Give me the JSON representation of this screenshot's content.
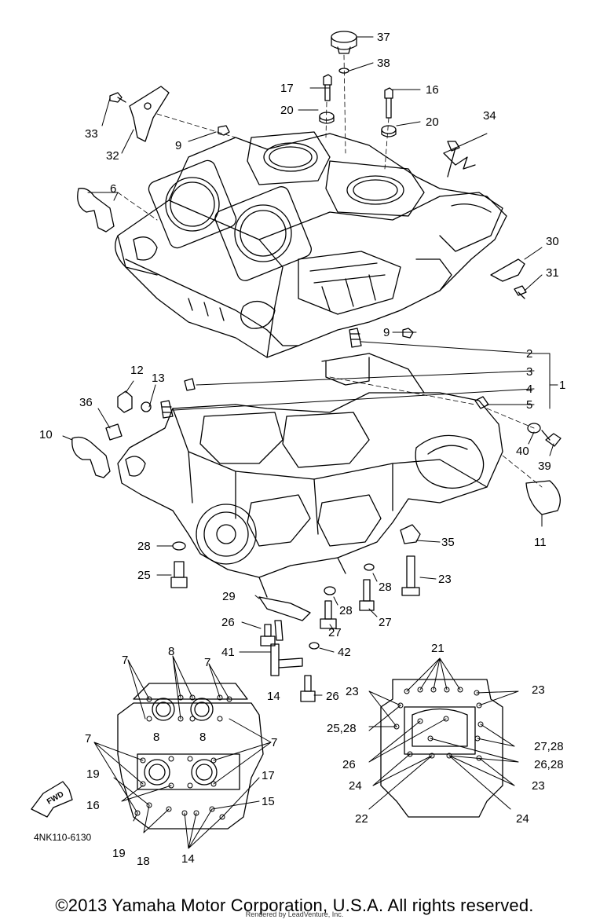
{
  "diagram": {
    "part_code": "4NK110-6130",
    "fwd_label": "FWD",
    "callouts": [
      {
        "id": "c37",
        "text": "37"
      },
      {
        "id": "c38",
        "text": "38"
      },
      {
        "id": "c17a",
        "text": "17"
      },
      {
        "id": "c16a",
        "text": "16"
      },
      {
        "id": "c20a",
        "text": "20"
      },
      {
        "id": "c20b",
        "text": "20"
      },
      {
        "id": "c34",
        "text": "34"
      },
      {
        "id": "c33",
        "text": "33"
      },
      {
        "id": "c32",
        "text": "32"
      },
      {
        "id": "c9a",
        "text": "9"
      },
      {
        "id": "c6",
        "text": "6"
      },
      {
        "id": "c30",
        "text": "30"
      },
      {
        "id": "c31",
        "text": "31"
      },
      {
        "id": "c9b",
        "text": "9"
      },
      {
        "id": "c2",
        "text": "2"
      },
      {
        "id": "c3",
        "text": "3"
      },
      {
        "id": "c1",
        "text": "1"
      },
      {
        "id": "c4",
        "text": "4"
      },
      {
        "id": "c5",
        "text": "5"
      },
      {
        "id": "c12",
        "text": "12"
      },
      {
        "id": "c13",
        "text": "13"
      },
      {
        "id": "c36",
        "text": "36"
      },
      {
        "id": "c10",
        "text": "10"
      },
      {
        "id": "c40",
        "text": "40"
      },
      {
        "id": "c39",
        "text": "39"
      },
      {
        "id": "c11",
        "text": "11"
      },
      {
        "id": "c35",
        "text": "35"
      },
      {
        "id": "c28a",
        "text": "28"
      },
      {
        "id": "c25",
        "text": "25"
      },
      {
        "id": "c23a",
        "text": "23"
      },
      {
        "id": "c28b",
        "text": "28"
      },
      {
        "id": "c29",
        "text": "29"
      },
      {
        "id": "c28c",
        "text": "28"
      },
      {
        "id": "c26a",
        "text": "26"
      },
      {
        "id": "c27a",
        "text": "27"
      },
      {
        "id": "c27b",
        "text": "27"
      },
      {
        "id": "c41",
        "text": "41"
      },
      {
        "id": "c42",
        "text": "42"
      },
      {
        "id": "c26b",
        "text": "26"
      },
      {
        "id": "c7a",
        "text": "7"
      },
      {
        "id": "c8a",
        "text": "8"
      },
      {
        "id": "c7b",
        "text": "7"
      },
      {
        "id": "c14a",
        "text": "14"
      },
      {
        "id": "c7c",
        "text": "7"
      },
      {
        "id": "c8b",
        "text": "8"
      },
      {
        "id": "c8c",
        "text": "8"
      },
      {
        "id": "c7d",
        "text": "7"
      },
      {
        "id": "c19a",
        "text": "19"
      },
      {
        "id": "c17b",
        "text": "17"
      },
      {
        "id": "c16b",
        "text": "16"
      },
      {
        "id": "c15",
        "text": "15"
      },
      {
        "id": "c19b",
        "text": "19"
      },
      {
        "id": "c18",
        "text": "18"
      },
      {
        "id": "c14b",
        "text": "14"
      },
      {
        "id": "c21",
        "text": "21"
      },
      {
        "id": "c23b",
        "text": "23"
      },
      {
        "id": "c23c",
        "text": "23"
      },
      {
        "id": "c2528",
        "text": "25,28"
      },
      {
        "id": "c2728",
        "text": "27,28"
      },
      {
        "id": "c26c",
        "text": "26"
      },
      {
        "id": "c2628",
        "text": "26,28"
      },
      {
        "id": "c24a",
        "text": "24"
      },
      {
        "id": "c23d",
        "text": "23"
      },
      {
        "id": "c22",
        "text": "22"
      },
      {
        "id": "c24b",
        "text": "24"
      }
    ]
  },
  "footer": {
    "copyright": "©2013 Yamaha Motor Corporation, U.S.A. All rights reserved.",
    "rendered_by": "Rendered by LeadVenture, Inc."
  }
}
